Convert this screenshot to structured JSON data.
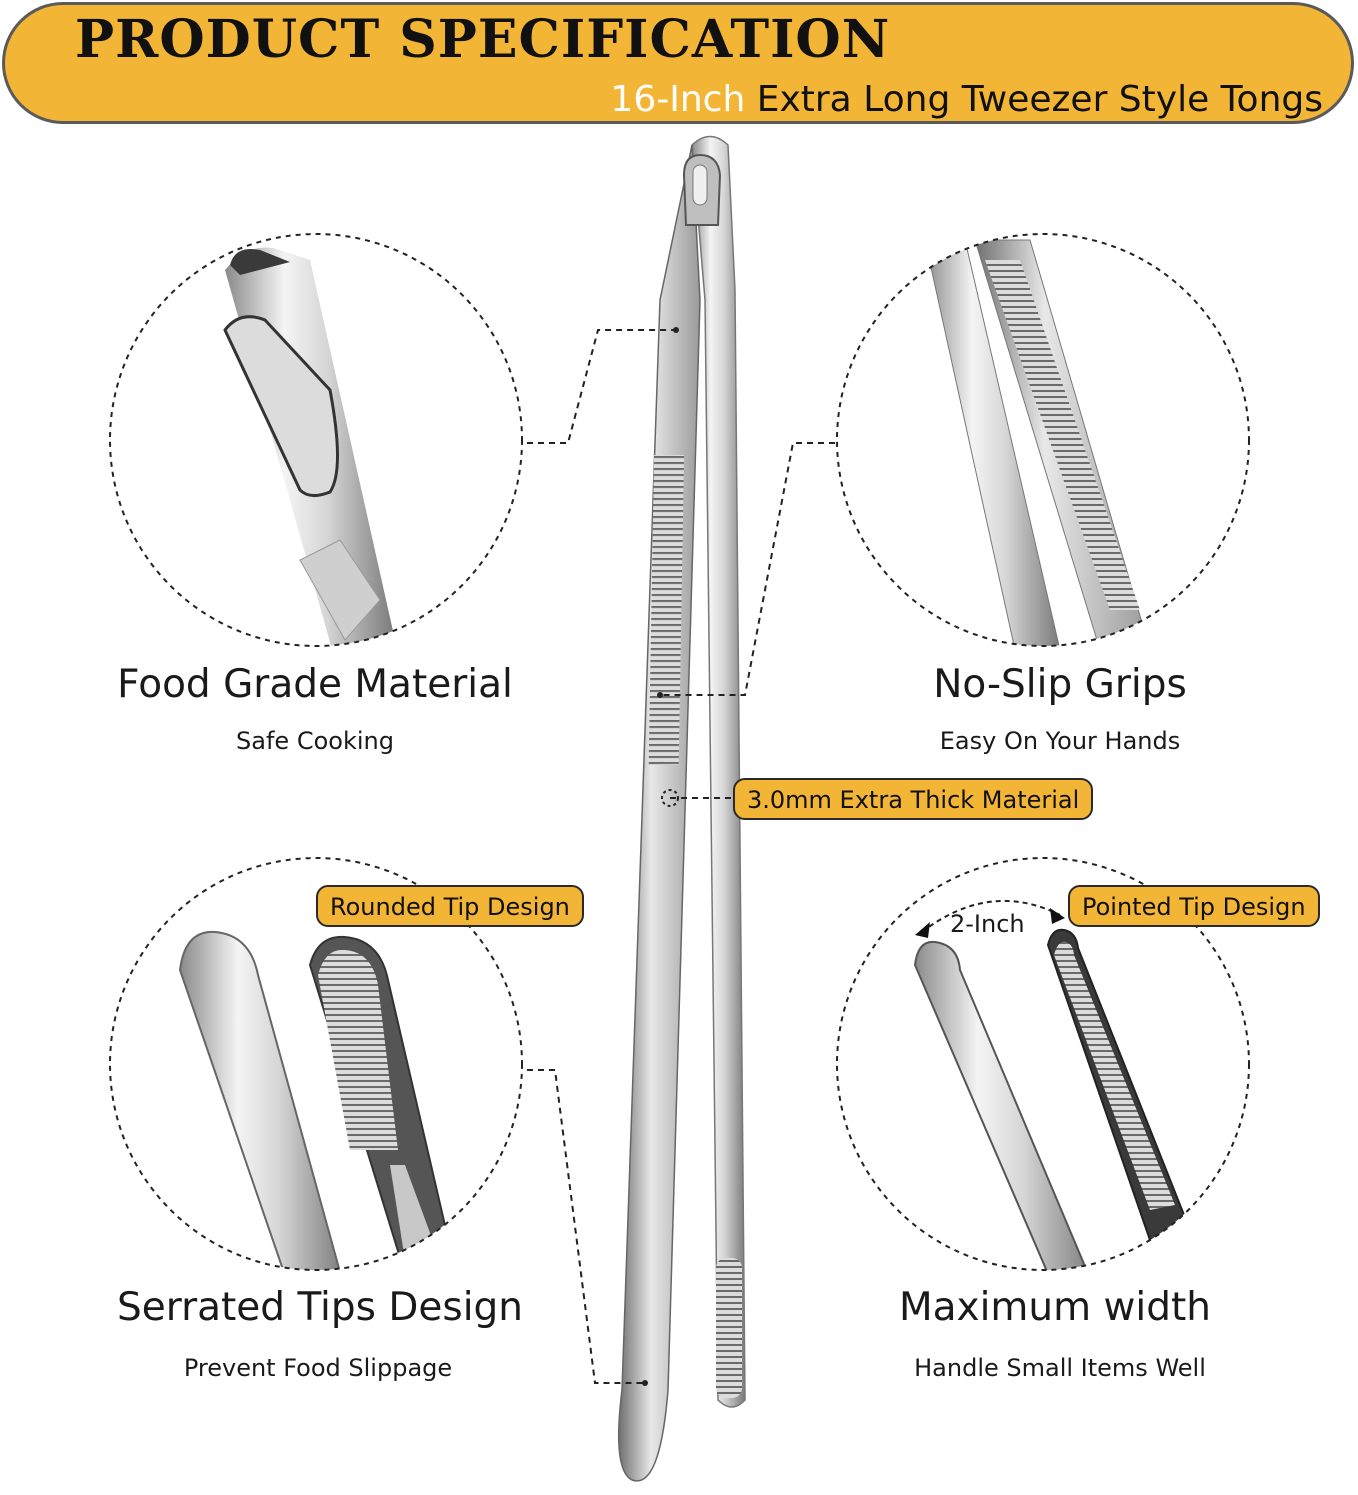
{
  "header": {
    "title": "PRODUCT SPECIFICATION",
    "subtitle_highlight": "16-Inch",
    "subtitle_rest": "Extra Long Tweezer Style Tongs"
  },
  "features": [
    {
      "title": "Food Grade Material",
      "subtitle": "Safe Cooking"
    },
    {
      "title": "No-Slip Grips",
      "subtitle": "Easy On Your Hands"
    },
    {
      "title": "Serrated Tips Design",
      "subtitle": "Prevent Food Slippage"
    },
    {
      "title": "Maximum width",
      "subtitle": "Handle Small Items Well"
    }
  ],
  "tags": {
    "thickness": "3.0mm Extra Thick Material",
    "rounded_tip": "Rounded Tip Design",
    "pointed_tip": "Pointed Tip Design"
  },
  "dimension_label": "2-Inch",
  "colors": {
    "banner": "#f2b535",
    "banner_highlight_text": "#ffffff",
    "text": "#1a1a1a"
  }
}
